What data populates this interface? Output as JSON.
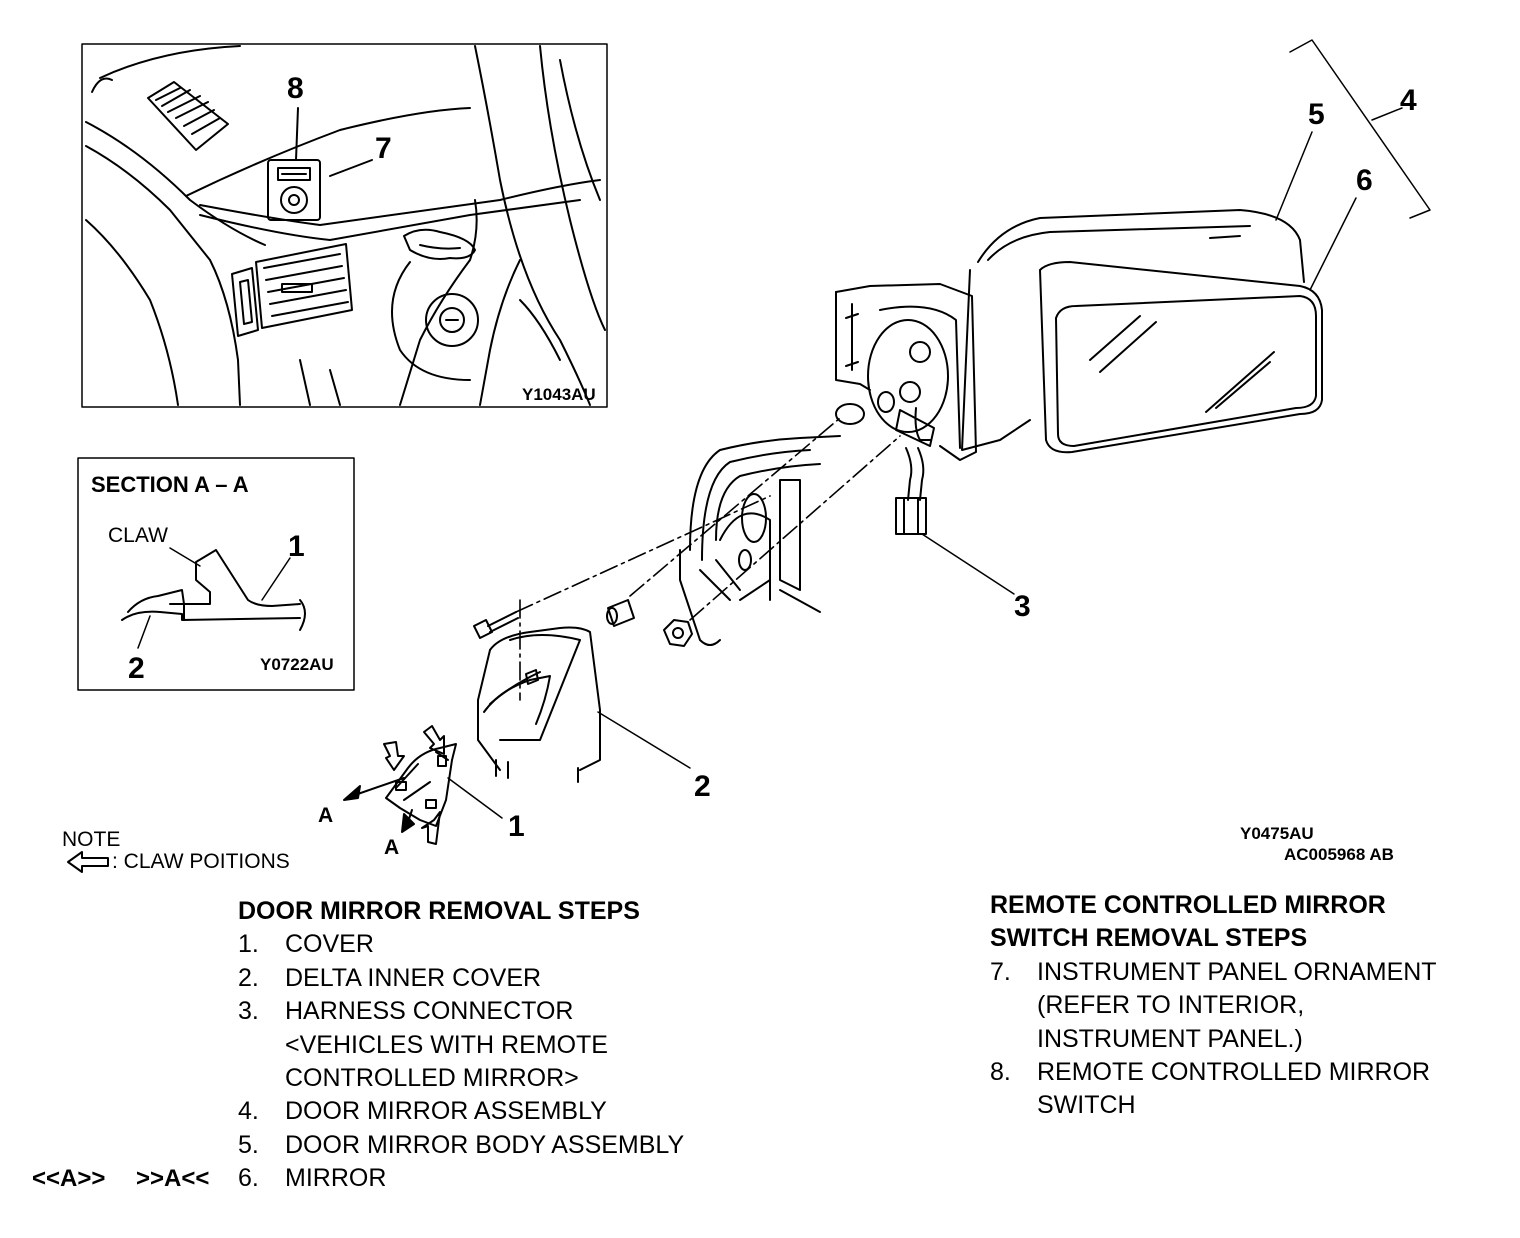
{
  "inset_top": {
    "callouts": [
      "8",
      "7"
    ],
    "code": "Y1043AU"
  },
  "inset_section": {
    "title": "SECTION A – A",
    "claw_label": "CLAW",
    "callouts": [
      "1",
      "2"
    ],
    "code": "Y0722AU"
  },
  "main_diagram": {
    "callouts": {
      "c1": "1",
      "c2": "2",
      "c3": "3",
      "c4": "4",
      "c5": "5",
      "c6": "6"
    },
    "section_markers": [
      "A",
      "A"
    ],
    "codes": [
      "Y0475AU",
      "AC005968 AB"
    ]
  },
  "note": {
    "title": "NOTE",
    "legend": ": CLAW POITIONS"
  },
  "door_mirror": {
    "heading": "DOOR MIRROR REMOVAL STEPS",
    "steps": [
      {
        "num": "1.",
        "lines": [
          "COVER"
        ]
      },
      {
        "num": "2.",
        "lines": [
          "DELTA INNER COVER"
        ]
      },
      {
        "num": "3.",
        "lines": [
          "HARNESS CONNECTOR",
          "<VEHICLES WITH REMOTE",
          "CONTROLLED MIRROR>"
        ]
      },
      {
        "num": "4.",
        "lines": [
          "DOOR MIRROR ASSEMBLY"
        ]
      },
      {
        "num": "5.",
        "lines": [
          "DOOR MIRROR BODY ASSEMBLY"
        ]
      },
      {
        "num": "6.",
        "lines": [
          "MIRROR"
        ]
      }
    ],
    "service_points": [
      "<<A>>",
      ">>A<<"
    ]
  },
  "switch": {
    "heading_lines": [
      "REMOTE CONTROLLED MIRROR",
      "SWITCH REMOVAL STEPS"
    ],
    "steps": [
      {
        "num": "7.",
        "lines": [
          "INSTRUMENT PANEL ORNAMENT",
          "(REFER TO INTERIOR,",
          "INSTRUMENT PANEL.)"
        ]
      },
      {
        "num": "8.",
        "lines": [
          "REMOTE CONTROLLED MIRROR",
          "SWITCH"
        ]
      }
    ]
  }
}
